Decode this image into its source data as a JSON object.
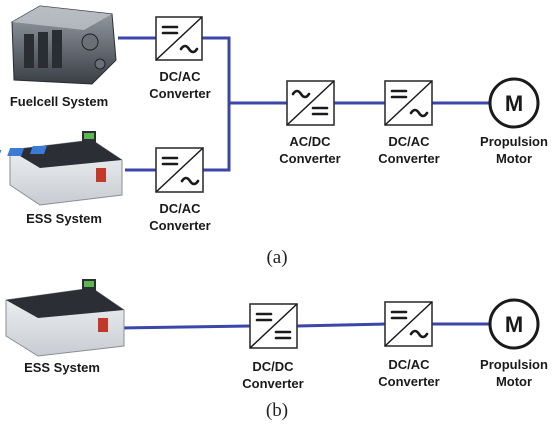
{
  "diagram_a": {
    "caption": "(a)",
    "fuelcell_label": "Fuelcell System",
    "ess_label": "ESS System",
    "conv_top": [
      "DC/AC",
      "Converter"
    ],
    "conv_bottom": [
      "DC/AC",
      "Converter"
    ],
    "conv_mid": [
      "AC/DC",
      "Converter"
    ],
    "conv_right": [
      "DC/AC",
      "Converter"
    ],
    "motor_symbol": "M",
    "motor_label": [
      "Propulsion",
      "Motor"
    ]
  },
  "diagram_b": {
    "caption": "(b)",
    "ess_label": "ESS System",
    "conv_left": [
      "DC/DC",
      "Converter"
    ],
    "conv_right": [
      "DC/AC",
      "Converter"
    ],
    "motor_symbol": "M",
    "motor_label": [
      "Propulsion",
      "Motor"
    ]
  },
  "colors": {
    "wire": "#3b46a8",
    "box_border": "#333333",
    "battery_accent": "#3a7bd5",
    "battery_case": "#d9dde3"
  },
  "icons": [
    "fuelcell-image",
    "ess-battery-image",
    "dc-ac-symbol",
    "ac-dc-symbol",
    "dc-dc-symbol",
    "motor-symbol"
  ]
}
